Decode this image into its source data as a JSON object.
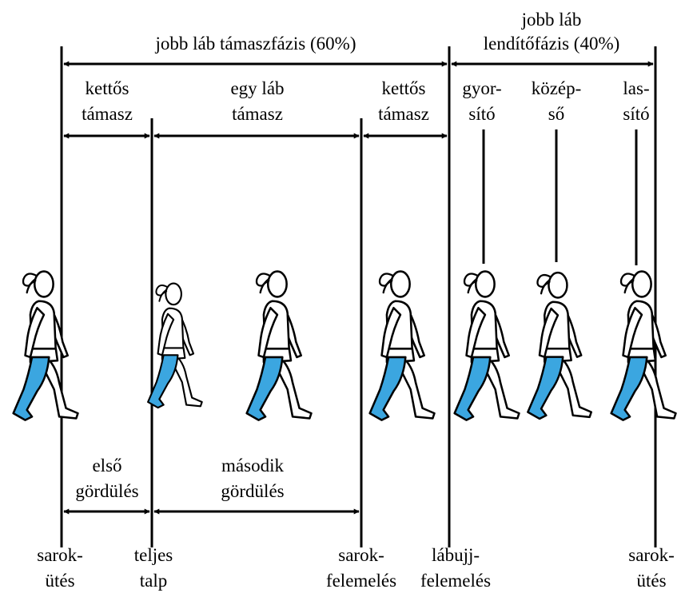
{
  "top": {
    "stance_phase": "jobb láb támaszfázis (60%)",
    "swing_phase_line1": "jobb láb",
    "swing_phase_line2": "lendítőfázis (40%)"
  },
  "sub": {
    "double1_l1": "kettős",
    "double1_l2": "támasz",
    "single_l1": "egy láb",
    "single_l2": "támasz",
    "double2_l1": "kettős",
    "double2_l2": "támasz",
    "accel_l1": "gyor-",
    "accel_l2": "sító",
    "mid_l1": "közép-",
    "mid_l2": "ső",
    "decel_l1": "las-",
    "decel_l2": "sító"
  },
  "rollover": {
    "first_l1": "első",
    "first_l2": "gördülés",
    "second_l1": "második",
    "second_l2": "gördülés"
  },
  "events": {
    "heel_strike1_l1": "sarok-",
    "heel_strike1_l2": "ütés",
    "foot_flat_l1": "teljes",
    "foot_flat_l2": "talp",
    "heel_off_l1": "sarok-",
    "heel_off_l2": "felemelés",
    "toe_off_l1": "lábujj-",
    "toe_off_l2": "felemelés",
    "heel_strike2_l1": "sarok-",
    "heel_strike2_l2": "ütés"
  },
  "colors": {
    "leg_highlight": "#3ba6e0",
    "line": "#000000",
    "background": "#ffffff"
  },
  "figures": [
    "walker-1",
    "walker-2",
    "walker-3",
    "walker-4",
    "walker-5",
    "walker-6",
    "walker-7"
  ]
}
